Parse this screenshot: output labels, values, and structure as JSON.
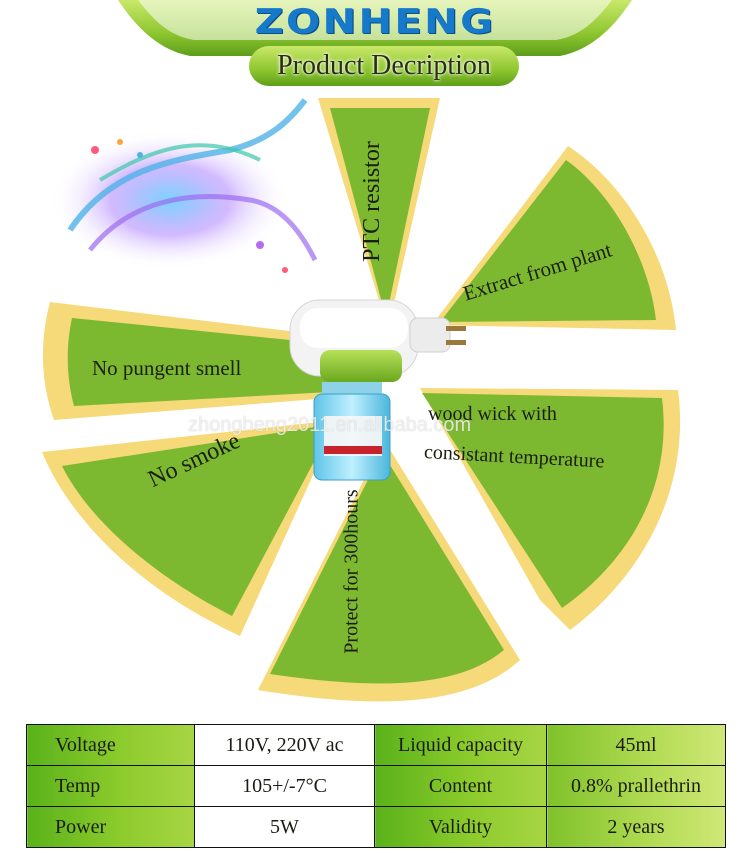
{
  "header": {
    "brand": "ZONHENG",
    "banner_title": "Product Decription"
  },
  "features": {
    "ptc": "PTC resistor",
    "plant": "Extract from plant",
    "smell": "No pungent smell",
    "wick_line1": "wood wick with",
    "wick_line2": "consistant temperature",
    "smoke": "No smoke",
    "protect": "Protect for 300hours"
  },
  "watermark": "zhongheng2011.en.alibaba.com",
  "specs": {
    "rows": [
      {
        "k1": "Voltage",
        "v1": "110V, 220V ac",
        "k2": "Liquid capacity",
        "v2": "45ml"
      },
      {
        "k1": "Temp",
        "v1": "105+/-7°C",
        "k2": "Content",
        "v2": "0.8% prallethrin"
      },
      {
        "k1": "Power",
        "v1": "5W",
        "k2": "Validity",
        "v2": "2 years"
      }
    ]
  },
  "colors": {
    "brand_blue": "#1679c9",
    "leaf_green": "#7db831",
    "leaf_yellow": "#f6d978",
    "table_green": "#6dbb22"
  }
}
